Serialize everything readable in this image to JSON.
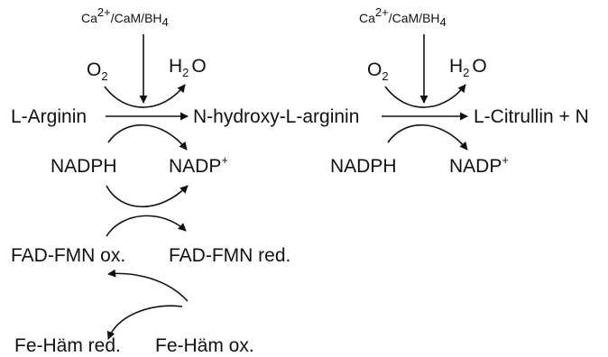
{
  "cofactor": {
    "ca": "Ca",
    "charge": "2+",
    "rest": "/CaM/BH",
    "subscript": "4"
  },
  "o2": {
    "base": "O",
    "subscript": "2"
  },
  "h2o": {
    "base": "H",
    "subscript": "2",
    "rest": "O"
  },
  "substrates": {
    "arginine": "L-Arginin",
    "intermediate": "N-hydroxy-L-arginin",
    "product": "L-Citrullin + N"
  },
  "nadph": "NADPH",
  "nadp": {
    "base": "NADP",
    "superscript": "+"
  },
  "flavin": {
    "oxidized": "FAD-FMN ox.",
    "reduced": "FAD-FMN red."
  },
  "heme": {
    "reduced": "Fe-Häm red.",
    "oxidized": "Fe-Häm ox."
  }
}
